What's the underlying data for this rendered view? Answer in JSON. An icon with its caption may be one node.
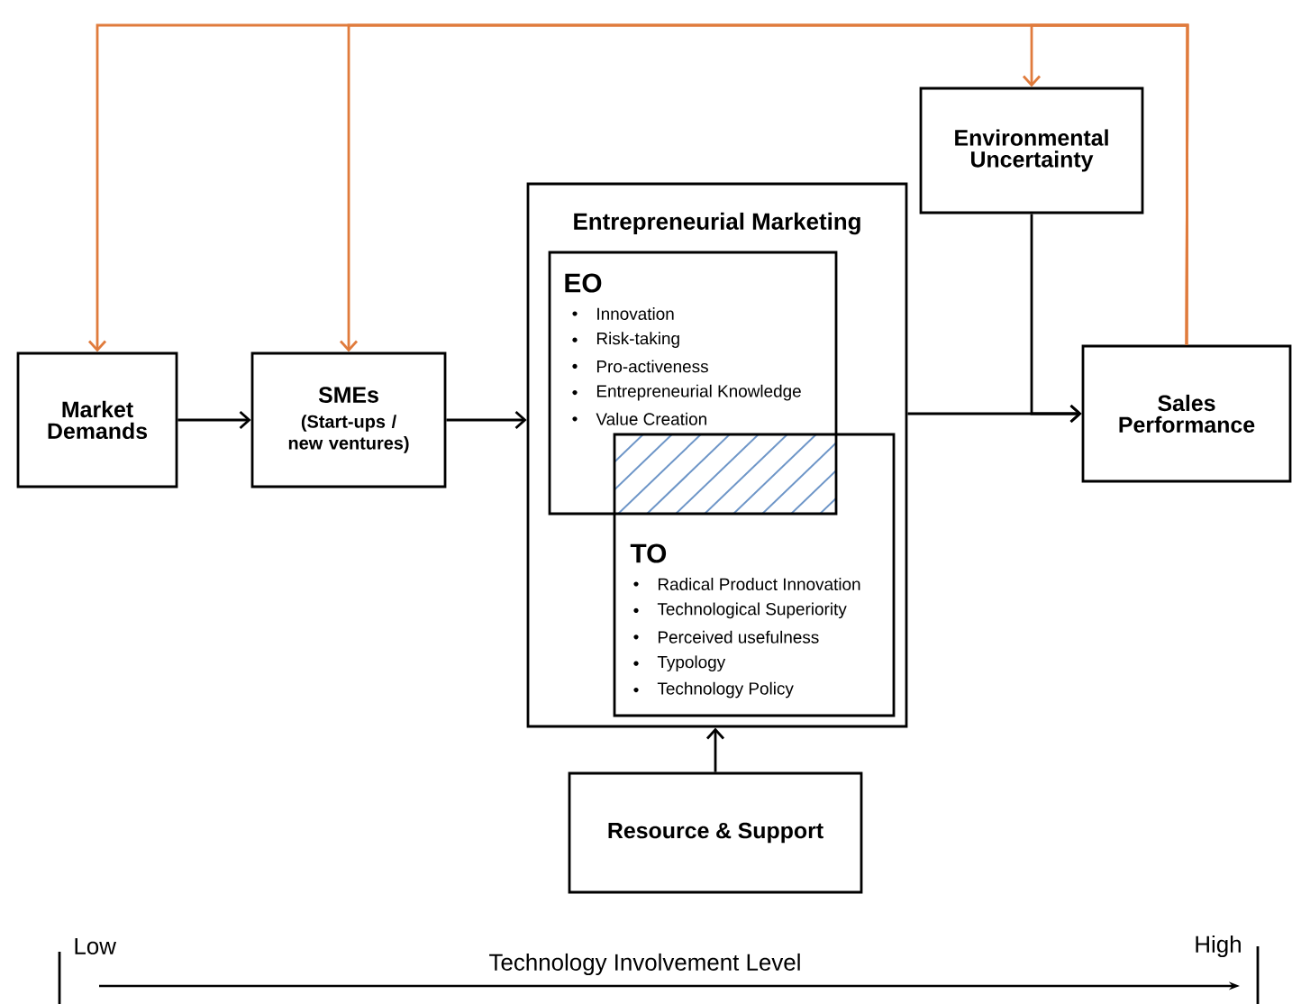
{
  "diagram": {
    "nodes": [
      {
        "text": [
          "Market Demands"
        ]
      },
      {
        "text": [
          "SMEs",
          "(Start-ups / new ventures)"
        ]
      },
      {
        "text": [
          "Entrepreneurial Marketing"
        ]
      },
      {
        "text": [
          "EO",
          "Innovation",
          "Risk-taking",
          "Pro-activeness",
          "Entrepreneurial Knowledge",
          "Value Creation"
        ],
        "in": 2
      },
      {
        "text": [
          "TO",
          "Radical Product Innovation",
          "Technological Superiority",
          "Perceived usefulness",
          "Typology",
          "Technology Policy"
        ],
        "in": 2
      },
      {
        "text": [
          "Environmental Uncertainty"
        ]
      },
      {
        "text": [
          "Sales Performance"
        ]
      },
      {
        "text": [
          "Resource & Support"
        ]
      }
    ],
    "edges": [
      {
        "from": 0,
        "to": 1,
        "arrow": "to"
      },
      {
        "from": 1,
        "to": 2,
        "arrow": "to"
      },
      {
        "from": 2,
        "to": 6,
        "arrow": "to"
      },
      {
        "from": 5,
        "to": 6,
        "arrow": "to"
      },
      {
        "from": 7,
        "to": 2,
        "arrow": "to"
      },
      {
        "from": 6,
        "to": 0,
        "arrow": "to",
        "color": "#e07b3c"
      },
      {
        "from": 6,
        "to": 1,
        "arrow": "to",
        "color": "#e07b3c"
      },
      {
        "from": 6,
        "to": 5,
        "arrow": "to",
        "color": "#e07b3c"
      }
    ],
    "labels": [
      "Low",
      "Technology Involvement Level",
      "High"
    ]
  }
}
